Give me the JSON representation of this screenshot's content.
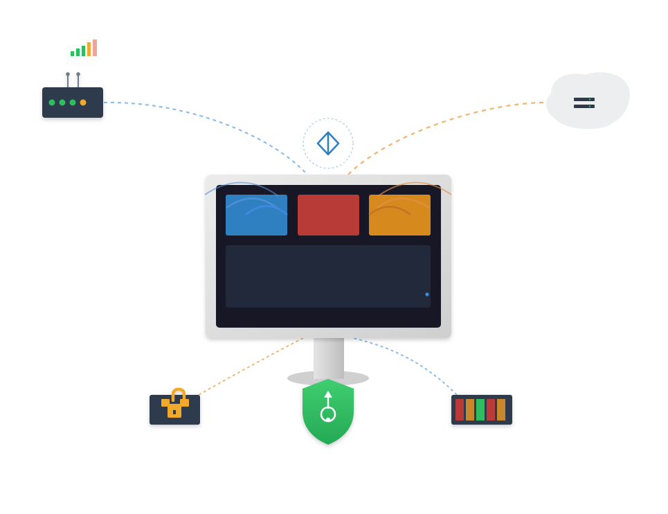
{
  "colors": {
    "background": "#ffffff",
    "link_blue": "#8fbde6",
    "link_orange": "#f0b877",
    "link_green": "#34c56b",
    "monitor_frame": "#e3e3e3",
    "screen_bg": "#171726",
    "panel_dark": "#22293a",
    "tile_blue": "#2f80c0",
    "tile_red": "#b83b37",
    "tile_orange": "#d68a1e",
    "device_dark": "#2d3a4d",
    "shield_green": "#2dbe60",
    "cloud": "#eceeef",
    "lock_orange": "#f0a92a"
  },
  "nodes": [
    {
      "name": "router",
      "icon": "router-icon"
    },
    {
      "name": "signal-strength",
      "icon": "signal-bars-icon"
    },
    {
      "name": "cloud-server",
      "icon": "cloud-server-icon"
    },
    {
      "name": "sync-hub",
      "icon": "diamond-sync-icon"
    },
    {
      "name": "padlock-box",
      "icon": "unlocked-padlock-icon"
    },
    {
      "name": "security-shield",
      "icon": "shield-key-icon"
    },
    {
      "name": "memory-module",
      "icon": "memory-bank-icon"
    },
    {
      "name": "desktop-monitor",
      "icon": "monitor-icon"
    }
  ],
  "links": [
    {
      "from": "router",
      "to": "desktop-monitor",
      "color": "#8fbde6",
      "style": "dashed"
    },
    {
      "from": "cloud-server",
      "to": "desktop-monitor",
      "color": "#f0b877",
      "style": "dashed"
    },
    {
      "from": "padlock-box",
      "to": "desktop-monitor",
      "color": "#f0b877",
      "style": "dashed"
    },
    {
      "from": "memory-module",
      "to": "desktop-monitor",
      "color": "#8fbde6",
      "style": "dashed"
    },
    {
      "from": "security-shield",
      "to": "desktop-monitor",
      "color": "#34c56b",
      "style": "solid"
    }
  ]
}
